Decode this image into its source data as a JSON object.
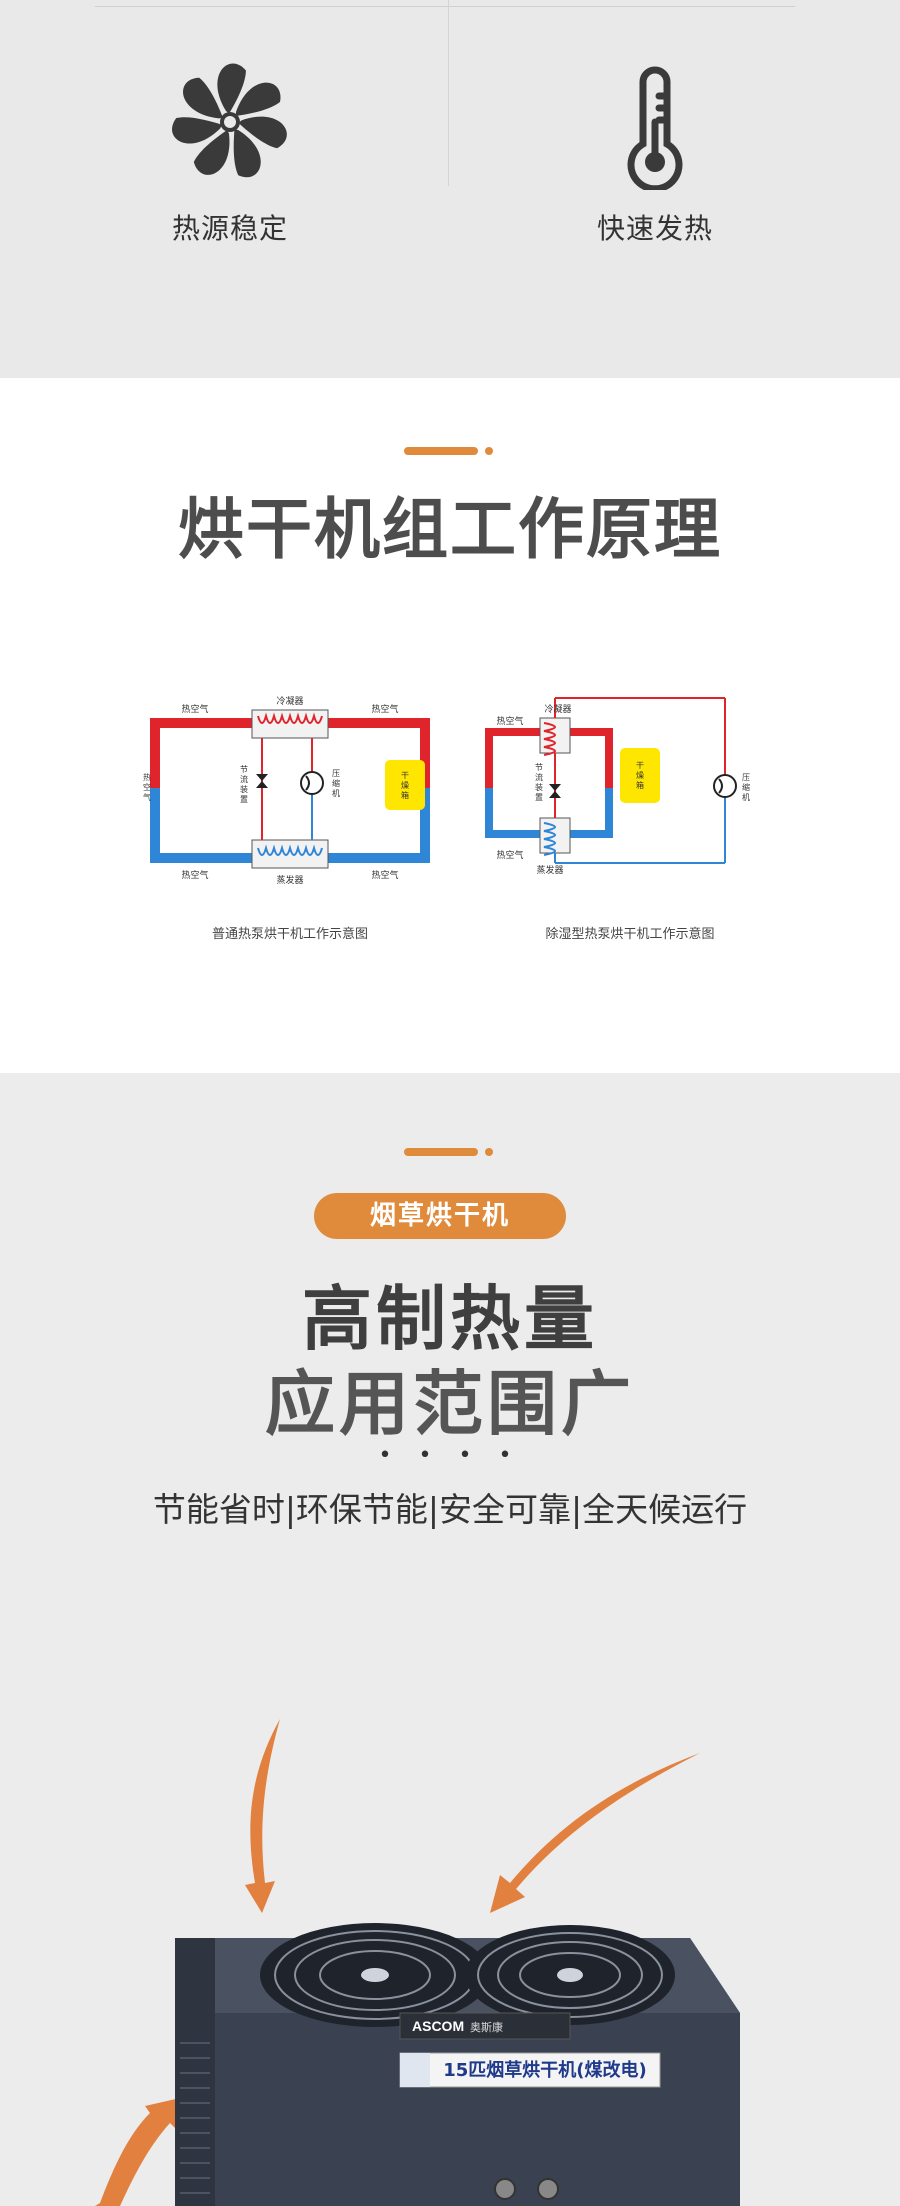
{
  "features": [
    {
      "label": "热源稳定",
      "icon": "fan-icon"
    },
    {
      "label": "快速发热",
      "icon": "thermometer-icon"
    }
  ],
  "principle": {
    "title": "烘干机组工作原理",
    "diagram1": {
      "caption": "普通热泵烘干机工作示意图",
      "labels": {
        "condenser": "冷凝器",
        "evaporator": "蒸发器",
        "hot_air": "热空气",
        "throttle": "节流装置",
        "compressor": "压缩机",
        "dry_box": "干燥箱"
      }
    },
    "diagram2": {
      "caption": "除湿型热泵烘干机工作示意图",
      "labels": {
        "condenser": "冷凝器",
        "evaporator": "蒸发器",
        "hot_air": "热空气",
        "throttle": "节流装置",
        "compressor": "压缩机",
        "dry_box": "干燥箱"
      }
    }
  },
  "product": {
    "tag": "烟草烘干机",
    "headline1": "高制热量",
    "headline2": "应用范围广",
    "dots": "• • • •",
    "features_line": "节能省时|环保节能|安全可靠|全天候运行",
    "brand": "ASCOM",
    "brand_cn": "奥斯康",
    "plate_text": "15匹烟草烘干机(煤改电)"
  },
  "colors": {
    "accent": "#e08a3c",
    "hot": "#e0242b",
    "cold": "#2f86d6",
    "dry_box": "#ffe600"
  }
}
